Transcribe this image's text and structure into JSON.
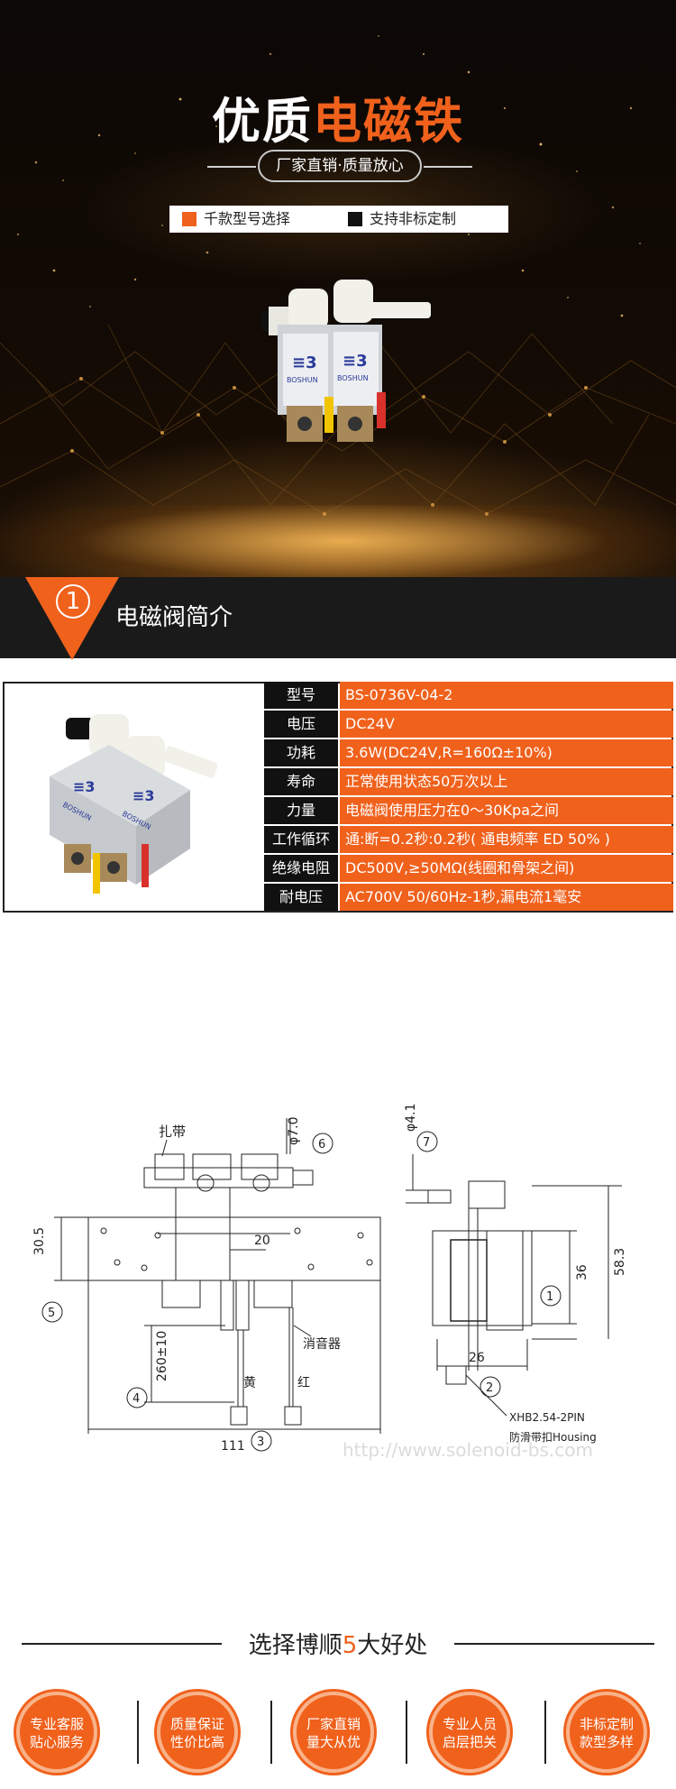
{
  "hero": {
    "title_white": "优质",
    "title_orange": "电磁铁",
    "tagline": "厂家直销·质量放心",
    "features": [
      {
        "label": "千款型号选择",
        "color": "#f0611c"
      },
      {
        "label": "支持非标定制",
        "color": "#111111"
      }
    ],
    "product_logo": "BOSHUN"
  },
  "section": {
    "number": "1",
    "title": "电磁阀简介"
  },
  "specs": [
    {
      "key": "型号",
      "value": "BS-0736V-04-2"
    },
    {
      "key": "电压",
      "value": "DC24V"
    },
    {
      "key": "功耗",
      "value": "3.6W(DC24V,R=160Ω±10%)"
    },
    {
      "key": "寿命",
      "value": "正常使用状态50万次以上"
    },
    {
      "key": "力量",
      "value": "电磁阀使用压力在0～30Kpa之间"
    },
    {
      "key": "工作循环",
      "value": "通:断=0.2秒:0.2秒( 通电频率 ED 50% )"
    },
    {
      "key": "绝缘电阻",
      "value": "DC500V,≥50MΩ(线圈和骨架之间)"
    },
    {
      "key": "耐电压",
      "value": "AC700V 50/60Hz-1秒,漏电流1毫安"
    }
  ],
  "drawing": {
    "label_zadai": "扎带",
    "dim_phi7": "φ7.0",
    "dim_phi41": "φ4.1",
    "dim_305": "30.5",
    "dim_20": "20",
    "dim_260": "260±10",
    "dim_111": "111",
    "dim_36": "36",
    "dim_583": "58.3",
    "dim_26": "26",
    "label_xiaoyinqi": "消音器",
    "label_huang": "黄",
    "label_hong": "红",
    "label_xhb": "XHB2.54-2PIN",
    "label_fanghua": "防滑带扣Housing",
    "watermark": "http://www.solenoid-bs.com",
    "callouts": [
      "1",
      "2",
      "3",
      "4",
      "5",
      "6",
      "7"
    ]
  },
  "advantages": {
    "title_pre": "选择博顺",
    "title_num": "5",
    "title_post": "大好处",
    "items": [
      {
        "l1": "专业客服",
        "l2": "贴心服务"
      },
      {
        "l1": "质量保证",
        "l2": "性价比高"
      },
      {
        "l1": "厂家直销",
        "l2": "量大从优"
      },
      {
        "l1": "专业人员",
        "l2": "启层把关"
      },
      {
        "l1": "非标定制",
        "l2": "款型多样"
      }
    ]
  },
  "colors": {
    "accent": "#f0611c",
    "dark": "#111111"
  }
}
